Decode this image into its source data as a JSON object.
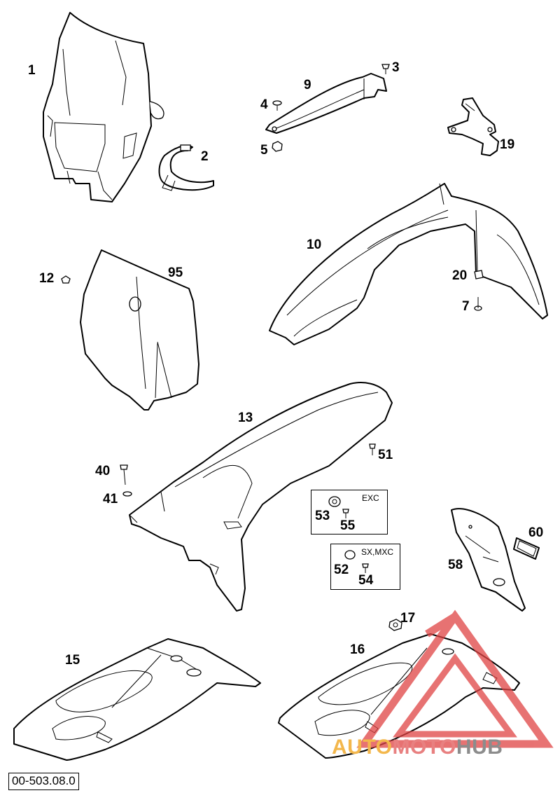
{
  "callouts": {
    "n1": "1",
    "n2": "2",
    "n3": "3",
    "n4": "4",
    "n5": "5",
    "n7": "7",
    "n9": "9",
    "n10": "10",
    "n12": "12",
    "n13": "13",
    "n15": "15",
    "n16": "16",
    "n17": "17",
    "n19": "19",
    "n20": "20",
    "n40": "40",
    "n41": "41",
    "n51": "51",
    "n52": "52",
    "n53": "53",
    "n54": "54",
    "n55": "55",
    "n58": "58",
    "n60": "60",
    "n95": "95"
  },
  "variants": {
    "exc": "EXC",
    "sx_mxc": "SX,MXC"
  },
  "diagram_code": "00-503.08.0",
  "watermark": {
    "part1": "AUTO",
    "part2": "MOTO",
    "part3": "HUB"
  },
  "colors": {
    "line": "#000000",
    "watermark_red": "#e04444",
    "watermark_orange": "#f3b74c",
    "watermark_gray": "#8c8c8c"
  }
}
